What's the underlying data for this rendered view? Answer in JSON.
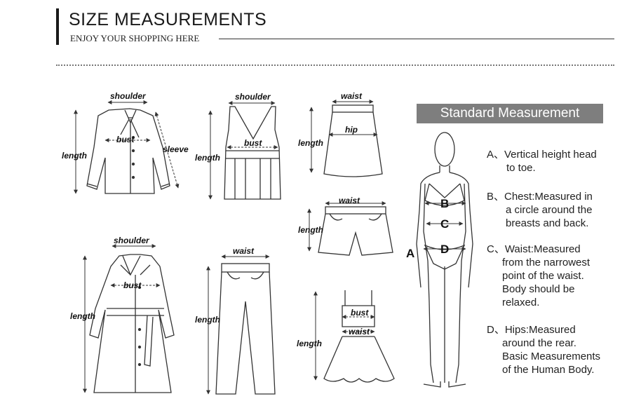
{
  "header": {
    "title": "SIZE MEASUREMENTS",
    "subtitle": "ENJOY YOUR SHOPPING HERE"
  },
  "garments": {
    "shirt": {
      "shoulder": "shoulder",
      "bust": "bust",
      "length": "length",
      "sleeve": "sleeve"
    },
    "tank": {
      "shoulder": "shoulder",
      "bust": "bust",
      "length": "length"
    },
    "skirt": {
      "waist": "waist",
      "hip": "hip",
      "length": "length"
    },
    "shorts": {
      "waist": "waist",
      "length": "length"
    },
    "coat": {
      "shoulder": "shoulder",
      "bust": "bust",
      "length": "length"
    },
    "pants": {
      "waist": "waist",
      "length": "length"
    },
    "dress": {
      "bust": "bust",
      "waist": "waist",
      "length": "length"
    }
  },
  "standard": {
    "title": "Standard Measurement",
    "labels": {
      "a": "A",
      "b": "B",
      "c": "C",
      "d": "D"
    },
    "items": [
      {
        "lines": [
          "A、Vertical height head",
          "to toe."
        ]
      },
      {
        "lines": [
          "B、Chest:Measured in",
          "a circle around the",
          "breasts and back."
        ]
      },
      {
        "lines": [
          "C、Waist:Measured",
          "from the narrowest",
          "point of the waist.",
          "Body should be",
          "relaxed."
        ]
      },
      {
        "lines": [
          "D、Hips:Measured",
          "around the rear.",
          "Basic Measurements",
          "of the Human Body."
        ]
      }
    ]
  }
}
